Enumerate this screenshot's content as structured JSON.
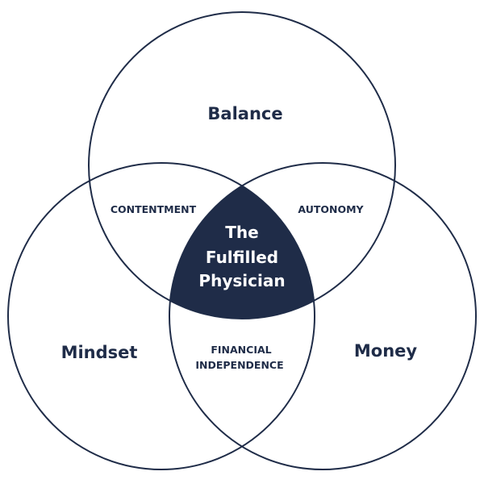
{
  "colors": {
    "navy": "#1f2c48",
    "background": "#ffffff",
    "center_text": "#ffffff"
  },
  "sets": {
    "top": "Balance",
    "left": "Mindset",
    "right": "Money"
  },
  "intersections": {
    "top_left": "CONTENTMENT",
    "top_right": "AUTONOMY",
    "bottom": [
      "FINANCIAL",
      "INDEPENDENCE"
    ]
  },
  "center": [
    "The",
    "Fulfilled",
    "Physician"
  ]
}
